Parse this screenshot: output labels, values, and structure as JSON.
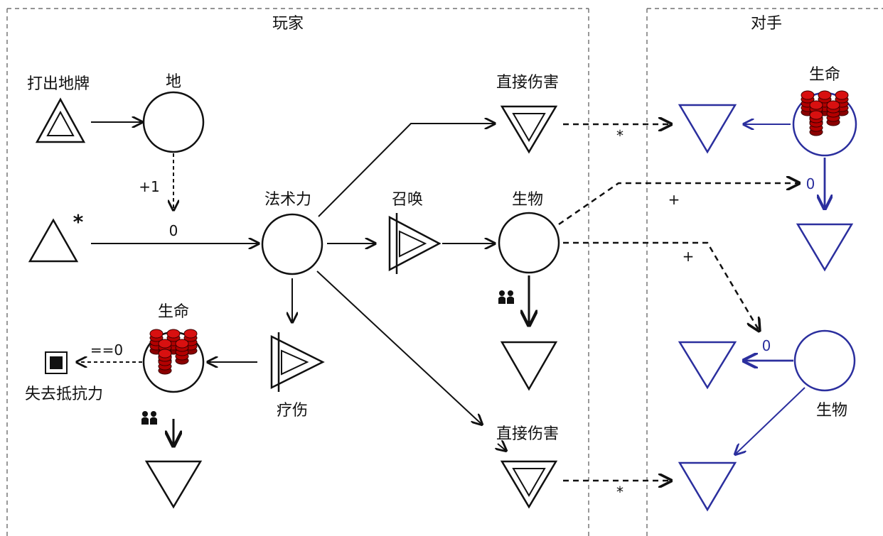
{
  "colors": {
    "black": "#111111",
    "blue": "#2b2f9e",
    "token_red": "#c00000",
    "token_dark": "#5a0000"
  },
  "sections": {
    "player": "玩家",
    "opponent": "对手"
  },
  "nodes": {
    "play_land": "打出地牌",
    "land": "地",
    "mana": "法术力",
    "summon": "召唤",
    "creature": "生物",
    "direct_damage_top": "直接伤害",
    "direct_damage_bottom": "直接伤害",
    "heal": "疗伤",
    "life": "生命",
    "lose": "失去抵抗力",
    "opp_life": "生命",
    "opp_creature": "生物"
  },
  "edge_labels": {
    "land_plus": "+1",
    "zero_main": "0",
    "star_source": "*",
    "lose_cond": "==0",
    "dmg_star_top": "*",
    "dmg_star_bottom": "*",
    "creature_plus_top": "+",
    "creature_plus_bottom": "+",
    "opp_zero_top": "0",
    "opp_zero_mid": "0"
  },
  "icons": {
    "source": "triangle-source-icon",
    "pool": "circle-pool-icon",
    "drain": "inverted-triangle-drain-icon",
    "converter": "converter-icon",
    "end": "end-condition-icon",
    "token": "resource-token-icon",
    "interaction": "player-interaction-icon"
  }
}
